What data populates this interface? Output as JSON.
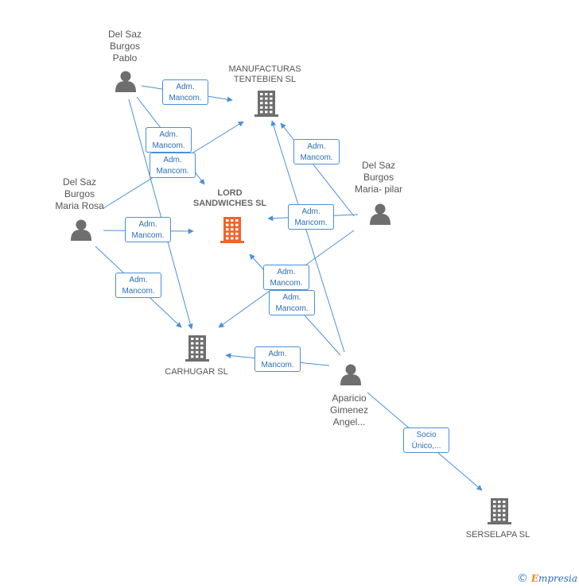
{
  "nodes": {
    "p_pablo": {
      "label": [
        "Del Saz",
        "Burgos",
        "Pablo"
      ],
      "kind": "person"
    },
    "p_rosa": {
      "label": [
        "Del Saz",
        "Burgos",
        "Maria Rosa"
      ],
      "kind": "person"
    },
    "p_pilar": {
      "label": [
        "Del Saz",
        "Burgos",
        "Maria- pilar"
      ],
      "kind": "person"
    },
    "p_aparicio": {
      "label": [
        "Aparicio",
        "Gimenez",
        "Angel..."
      ],
      "kind": "person"
    },
    "c_manufacturas": {
      "label": [
        "MANUFACTURAS",
        "TENTEBIEN SL"
      ],
      "kind": "company"
    },
    "c_lord": {
      "label": [
        "LORD",
        "SANDWICHES SL"
      ],
      "kind": "company-main"
    },
    "c_carhugar": {
      "label": [
        "CARHUGAR SL"
      ],
      "kind": "company"
    },
    "c_serselapa": {
      "label": [
        "SERSELAPA  SL"
      ],
      "kind": "company"
    }
  },
  "edges": [
    {
      "from": "p_pablo",
      "to": "c_manufacturas",
      "label": [
        "Adm.",
        "Mancom."
      ]
    },
    {
      "from": "p_pablo",
      "to": "c_lord",
      "label": [
        "Adm.",
        "Mancom."
      ]
    },
    {
      "from": "p_pablo",
      "to": "c_carhugar",
      "label": [
        "Adm.",
        "Mancom."
      ]
    },
    {
      "from": "p_rosa",
      "to": "c_manufacturas",
      "label": [
        "Adm.",
        "Mancom."
      ]
    },
    {
      "from": "p_rosa",
      "to": "c_lord",
      "label": [
        "Adm.",
        "Mancom."
      ]
    },
    {
      "from": "p_rosa",
      "to": "c_carhugar",
      "label": [
        "Adm.",
        "Mancom."
      ]
    },
    {
      "from": "p_pilar",
      "to": "c_manufacturas",
      "label": [
        "Adm.",
        "Mancom."
      ]
    },
    {
      "from": "p_pilar",
      "to": "c_lord",
      "label": [
        "Adm.",
        "Mancom."
      ]
    },
    {
      "from": "p_pilar",
      "to": "c_carhugar",
      "label": [
        "Adm.",
        "Mancom."
      ]
    },
    {
      "from": "p_aparicio",
      "to": "c_manufacturas",
      "label": [
        "Adm.",
        "Mancom."
      ]
    },
    {
      "from": "p_aparicio",
      "to": "c_lord",
      "label": [
        "Adm.",
        "Mancom."
      ]
    },
    {
      "from": "p_aparicio",
      "to": "c_carhugar",
      "label": [
        "Adm.",
        "Mancom."
      ]
    },
    {
      "from": "p_aparicio",
      "to": "c_serselapa",
      "label": [
        "Socio",
        "Único,..."
      ]
    }
  ],
  "colors": {
    "person": "#6e6e6e",
    "company": "#6e6e6e",
    "main_company": "#f0642b",
    "edge": "#4a90d9",
    "edge_text": "#2a6fb5"
  },
  "footer": {
    "copyright": "©",
    "brand_initial": "E",
    "brand_rest": "mpresia"
  }
}
